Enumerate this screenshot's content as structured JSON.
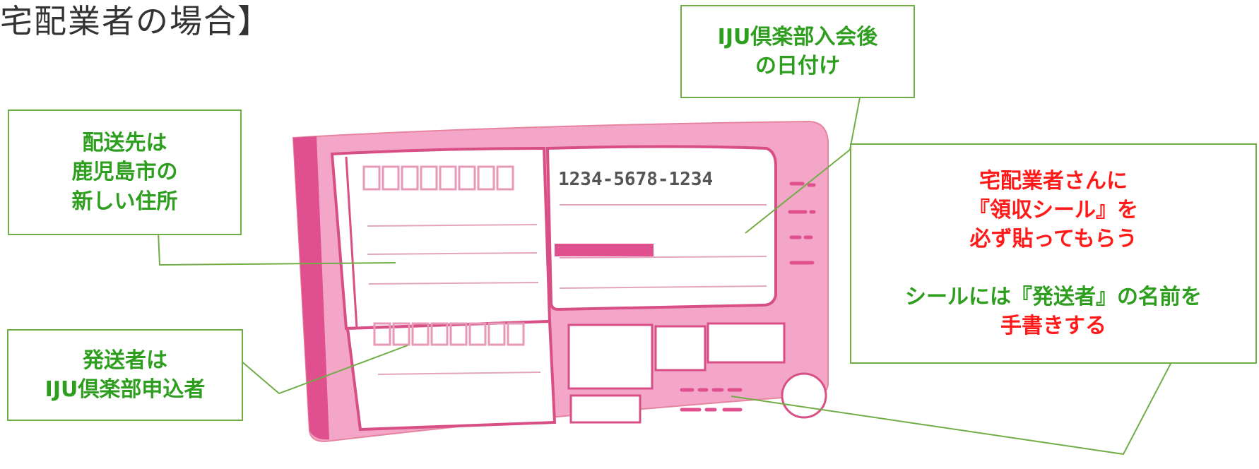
{
  "title": "宅配業者の場合】",
  "callouts": {
    "date": {
      "lines": [
        "IJU倶楽部入会後",
        "の日付け"
      ]
    },
    "destination": {
      "lines": [
        "配送先は",
        "鹿児島市の",
        "新しい住所"
      ]
    },
    "sender": {
      "lines": [
        "発送者は",
        "IJU倶楽部申込者"
      ]
    },
    "sticker": {
      "red_lines": [
        "宅配業者さんに",
        "『領収シール』を",
        "必ず貼ってもらう"
      ],
      "green_line": "シールには『発送者』の名前を",
      "red_last": "手書きする"
    }
  },
  "slip": {
    "tracking_number": "1234-5678-1234"
  },
  "colors": {
    "callout_border": "#70ad47",
    "callout_text": "#2e9e1f",
    "emphasis_text": "#ff1a1a",
    "slip_fill": "#f4a6c8",
    "slip_spine": "#e0508f"
  }
}
